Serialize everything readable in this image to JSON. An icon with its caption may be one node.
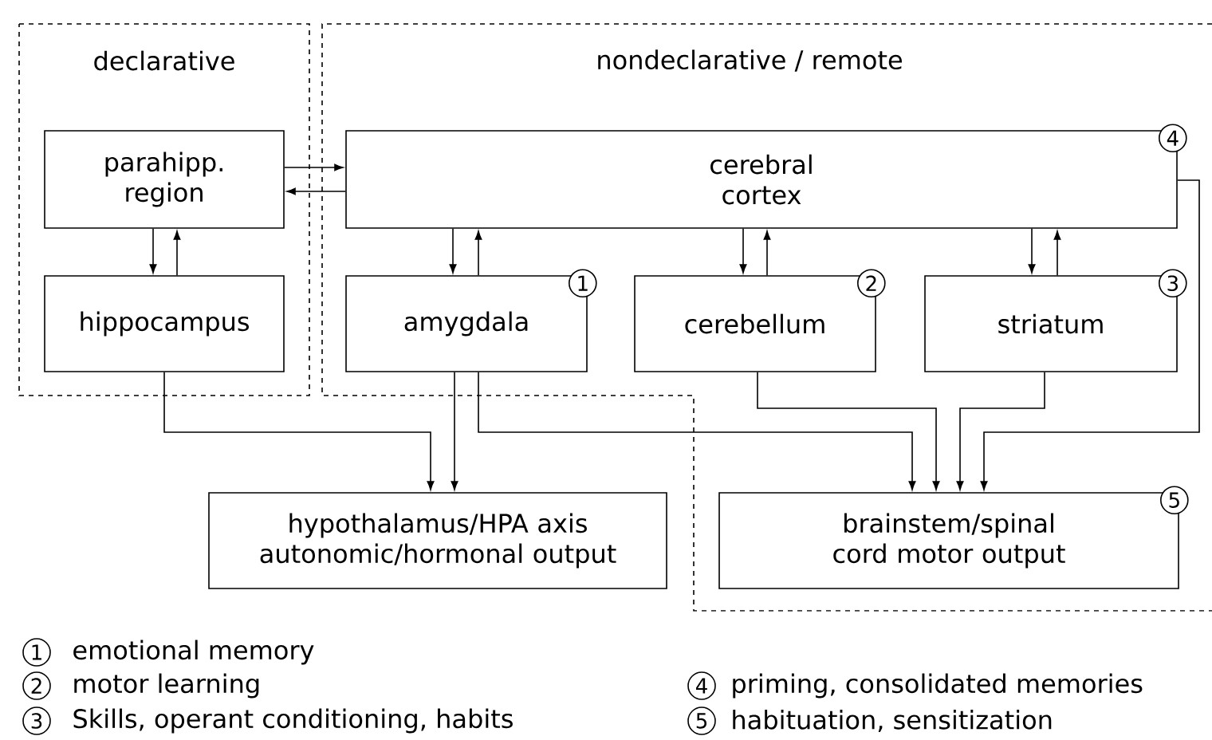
{
  "diagram": {
    "nodes": [
      {
        "text": [
          "declarative"
        ]
      },
      {
        "text": [
          "parahipp. region"
        ],
        "in": 0
      },
      {
        "text": [
          "hippocampus"
        ],
        "in": 0
      },
      {
        "text": [
          "nondeclarative / remote"
        ]
      },
      {
        "text": [
          "cerebral cortex",
          "4"
        ],
        "in": 3
      },
      {
        "text": [
          "amygdala",
          "1"
        ],
        "in": 3
      },
      {
        "text": [
          "cerebellum",
          "2"
        ],
        "in": 3
      },
      {
        "text": [
          "striatum",
          "3"
        ],
        "in": 3
      },
      {
        "text": [
          "hypothalamus/HPA axis autonomic/hormonal output"
        ]
      },
      {
        "text": [
          "brainstem/spinal cord motor output",
          "5"
        ],
        "in": 3
      }
    ],
    "edges": [
      {
        "from": 1,
        "to": 4,
        "arrow": "to"
      },
      {
        "from": 4,
        "to": 1,
        "arrow": "to"
      },
      {
        "from": 1,
        "to": 2,
        "arrow": "to"
      },
      {
        "from": 2,
        "to": 1,
        "arrow": "to"
      },
      {
        "from": 4,
        "to": 5,
        "arrow": "to"
      },
      {
        "from": 5,
        "to": 4,
        "arrow": "to"
      },
      {
        "from": 4,
        "to": 6,
        "arrow": "to"
      },
      {
        "from": 6,
        "to": 4,
        "arrow": "to"
      },
      {
        "from": 4,
        "to": 7,
        "arrow": "to"
      },
      {
        "from": 7,
        "to": 4,
        "arrow": "to"
      },
      {
        "from": 2,
        "to": 8,
        "arrow": "to"
      },
      {
        "from": 5,
        "to": 8,
        "arrow": "to"
      },
      {
        "from": 5,
        "to": 9,
        "arrow": "to"
      },
      {
        "from": 6,
        "to": 9,
        "arrow": "to"
      },
      {
        "from": 7,
        "to": 9,
        "arrow": "to"
      },
      {
        "from": 4,
        "to": 9,
        "arrow": "to"
      }
    ],
    "labels": [
      "1",
      "emotional memory",
      "2",
      "motor learning",
      "3",
      "Skills, operant conditioning, habits",
      "4",
      "priming, consolidated memories",
      "5",
      "habituation, sensitization"
    ]
  }
}
